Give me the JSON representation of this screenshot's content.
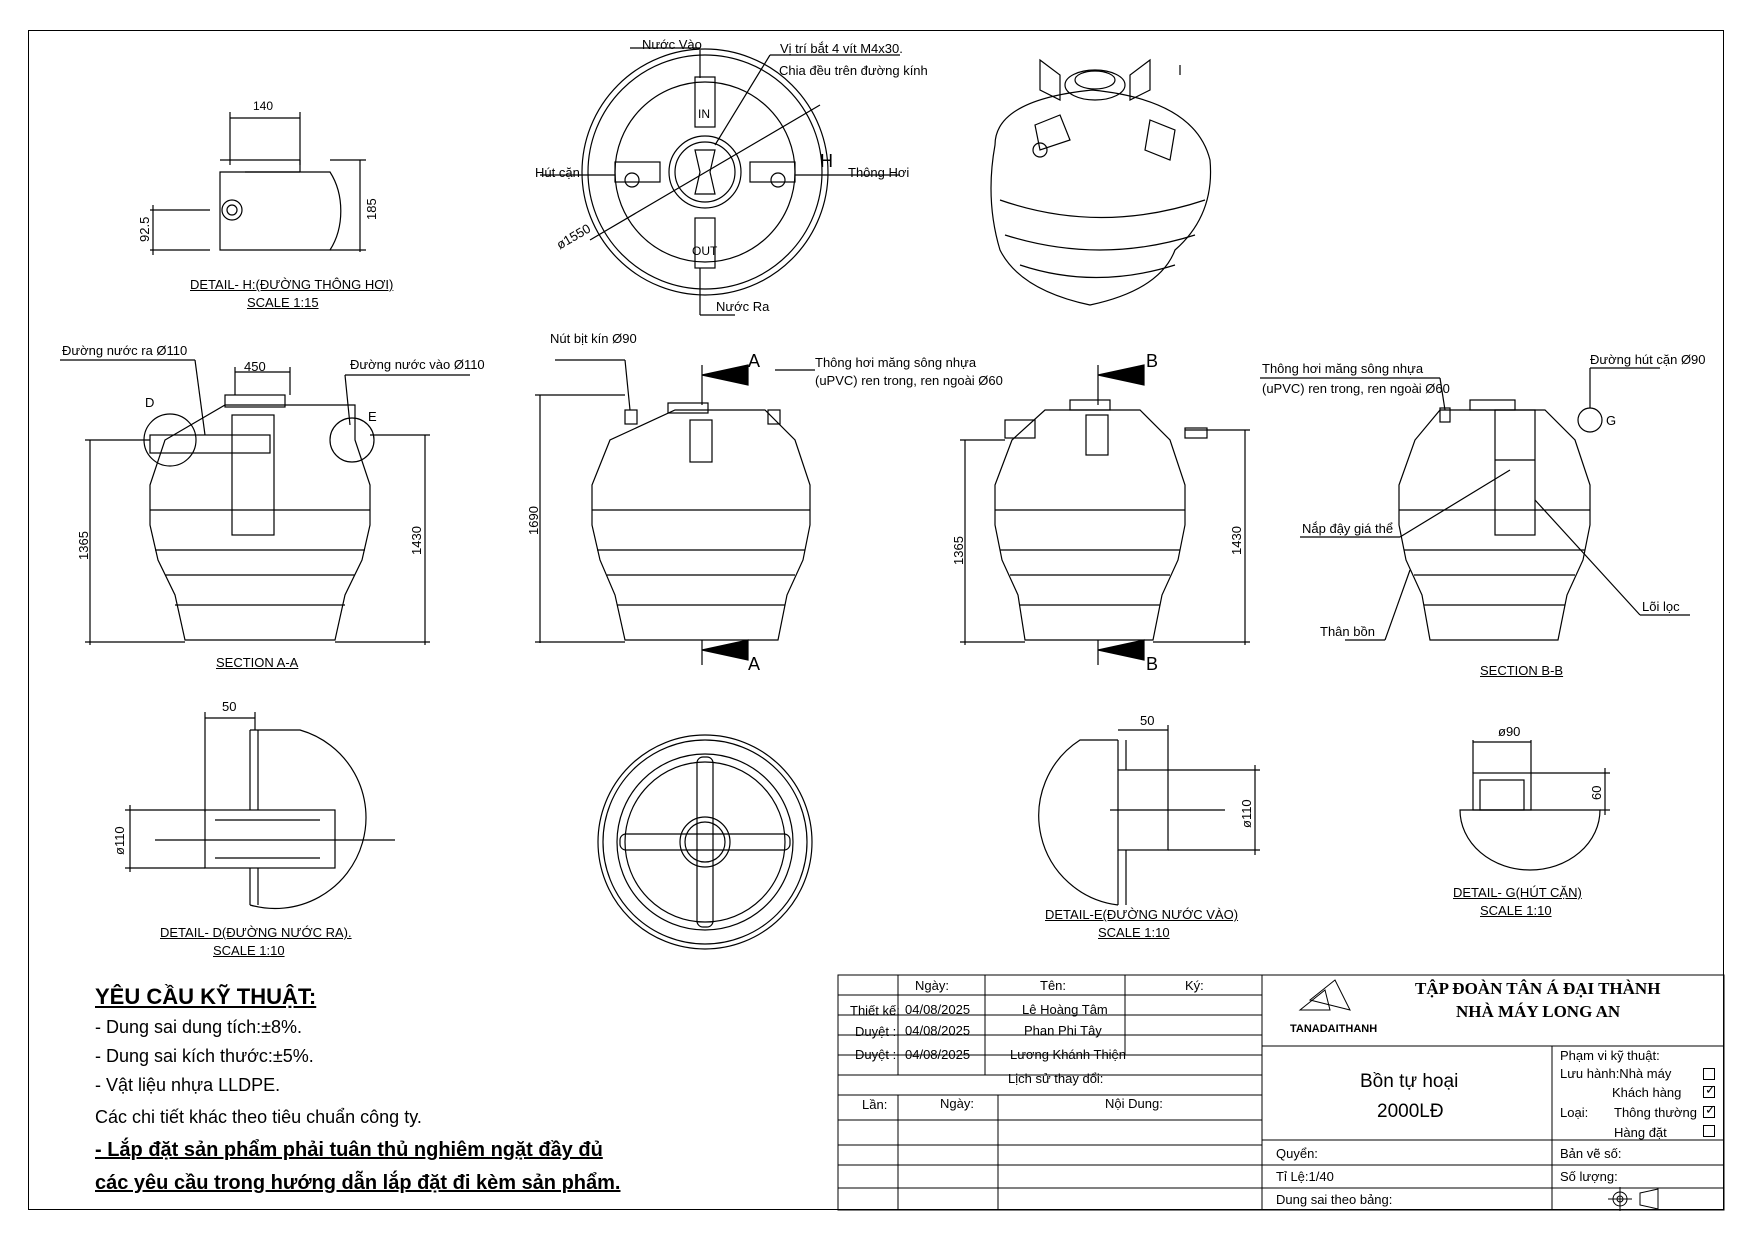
{
  "detail_h": {
    "dim_width": "140",
    "dim_height": "185",
    "dim_offset": "92.5",
    "title": "DETAIL- H:(ĐƯỜNG THÔNG HƠI)",
    "scale": "SCALE 1:15"
  },
  "top_view": {
    "inlet": "Nước Vào",
    "outlet": "Nước Ra",
    "suction": "Hút cặn",
    "vent": "Thông Hơi",
    "screw_note_1": "Vị trí bắt 4 vít M4x30.",
    "screw_note_2": "Chia đều trên đường kính",
    "diameter": "ø1550",
    "marker_h": "H",
    "in_mark": "IN",
    "out_mark": "OUT"
  },
  "section_aa": {
    "outlet_pipe": "Đường nước ra Ø110",
    "inlet_pipe": "Đường nước vào Ø110",
    "dim_top": "450",
    "dim_left": "1365",
    "dim_right": "1430",
    "marker_d": "D",
    "marker_e": "E",
    "title": "SECTION A-A"
  },
  "front_view": {
    "plug": "Nút bịt kín Ø90",
    "vent_note_1": "Thông hơi măng sông nhựa",
    "vent_note_2": "(uPVC) ren trong, ren ngoài Ø60",
    "dim_height": "1690",
    "cut_a": "A"
  },
  "side_view": {
    "dim_left": "1365",
    "dim_right": "1430",
    "cut_b": "B"
  },
  "section_bb": {
    "vent_note_1": "Thông hơi măng sông nhựa",
    "vent_note_2": "(uPVC) ren trong, ren ngoài Ø60",
    "suction_pipe": "Đường hút cặn Ø90",
    "marker_g": "G",
    "media_cover": "Nắp đậy giá thể",
    "body": "Thân bồn",
    "filter_core": "Lõi lọc",
    "title": "SECTION B-B"
  },
  "detail_d": {
    "dim_top": "50",
    "dim_dia": "ø110",
    "title": "DETAIL- D(ĐƯỜNG NƯỚC RA).",
    "scale": "SCALE 1:10"
  },
  "detail_e": {
    "dim_top": "50",
    "dim_dia": "ø110",
    "title": "DETAIL-E(ĐƯỜNG NƯỚC VÀO)",
    "scale": "SCALE 1:10"
  },
  "detail_g": {
    "dim_top": "ø90",
    "dim_height": "60",
    "title": "DETAIL- G(HÚT CẶN)",
    "scale": "SCALE 1:10"
  },
  "requirements": {
    "title": "YÊU CẦU KỸ THUẬT:",
    "line1": "- Dung sai dung tích:±8%.",
    "line2": "- Dung sai kích thước:±5%.",
    "line3": "- Vật liệu nhựa LLDPE.",
    "line4": "Các chi tiết khác theo tiêu chuẩn công ty.",
    "line5": "- Lắp đặt sản phẩm phải tuân thủ nghiêm ngặt đầy đủ",
    "line6": "các yêu cầu trong hướng dẫn lắp đặt đi kèm sản phẩm."
  },
  "title_block": {
    "hdr_date": "Ngày:",
    "hdr_name": "Tên:",
    "hdr_sign": "Ký:",
    "row1_role": "Thiết kế:",
    "row1_date": "04/08/2025",
    "row1_name": "Lê Hoàng Tâm",
    "row2_role": "Duyệt :",
    "row2_date": "04/08/2025",
    "row2_name": "Phan Phi Tây",
    "row3_role": "Duyệt :",
    "row3_date": "04/08/2025",
    "row3_name": "Lương Khánh Thiện",
    "history": "Lịch sử thay đổi:",
    "rev": "Lần:",
    "rev_date": "Ngày:",
    "rev_content": "Nội Dung:",
    "company_1": "TẬP ĐOÀN TÂN Á ĐẠI THÀNH",
    "company_2": "NHÀ MÁY LONG AN",
    "logo_text": "TANADAITHANH",
    "product_1": "Bồn tự hoại",
    "product_2": "2000LĐ",
    "scope": "Phạm vi kỹ thuật:",
    "circulation": "Lưu hành:Nhà máy",
    "customer": "Khách hàng",
    "type": "Loại:",
    "normal": "Thông thường",
    "buried": "Hàng đặt",
    "volume": "Quyển:",
    "scale": "Tỉ Lệ:1/40",
    "tolerance": "Dung sai theo bảng:",
    "drawing_no": "Bản vẽ số:",
    "quantity": "Số lượng:"
  }
}
